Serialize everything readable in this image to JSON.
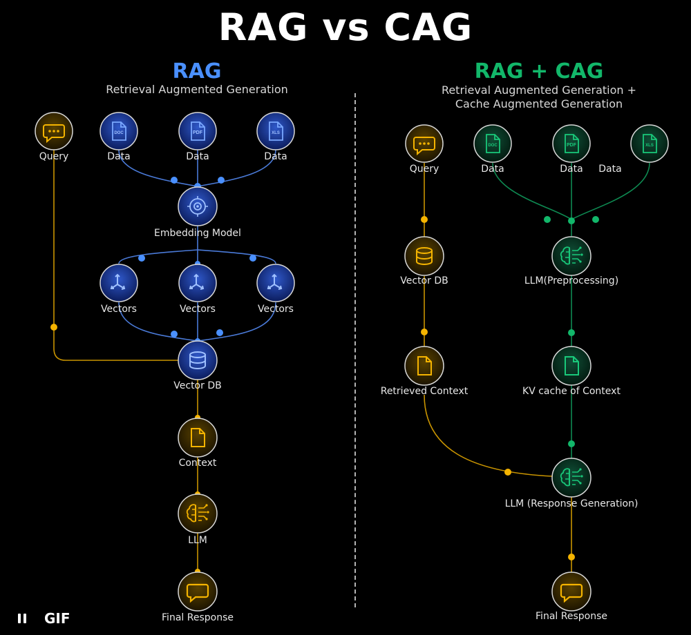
{
  "title": "RAG vs CAG",
  "rag": {
    "heading": "RAG",
    "subtitle": "Retrieval Augmented Generation",
    "query": "Query",
    "data": [
      "Data",
      "Data",
      "Data"
    ],
    "doc_tags": [
      "DOC",
      "PDF",
      "XLS"
    ],
    "embedding": "Embedding Model",
    "vectors": [
      "Vectors",
      "Vectors",
      "Vectors"
    ],
    "vector_db": "Vector DB",
    "context": "Context",
    "llm": "LLM",
    "final": "Final Response"
  },
  "cag": {
    "heading": "RAG + CAG",
    "subtitle_line1": "Retrieval Augmented Generation +",
    "subtitle_line2": "Cache Augmented Generation",
    "query": "Query",
    "data": [
      "Data",
      "Data",
      "Data"
    ],
    "doc_tags": [
      "DOC",
      "PDF",
      "XLS"
    ],
    "vector_db": "Vector DB",
    "llm_pre": "LLM(Preprocessing)",
    "retrieved": "Retrieved Context",
    "kv": "KV cache of Context",
    "llm_gen": "LLM (Response Generation)",
    "final": "Final Response"
  },
  "colors": {
    "blue": "#4a90ff",
    "green": "#12b76a",
    "yellow": "#f5b400"
  },
  "footer": {
    "gif": "GIF"
  }
}
